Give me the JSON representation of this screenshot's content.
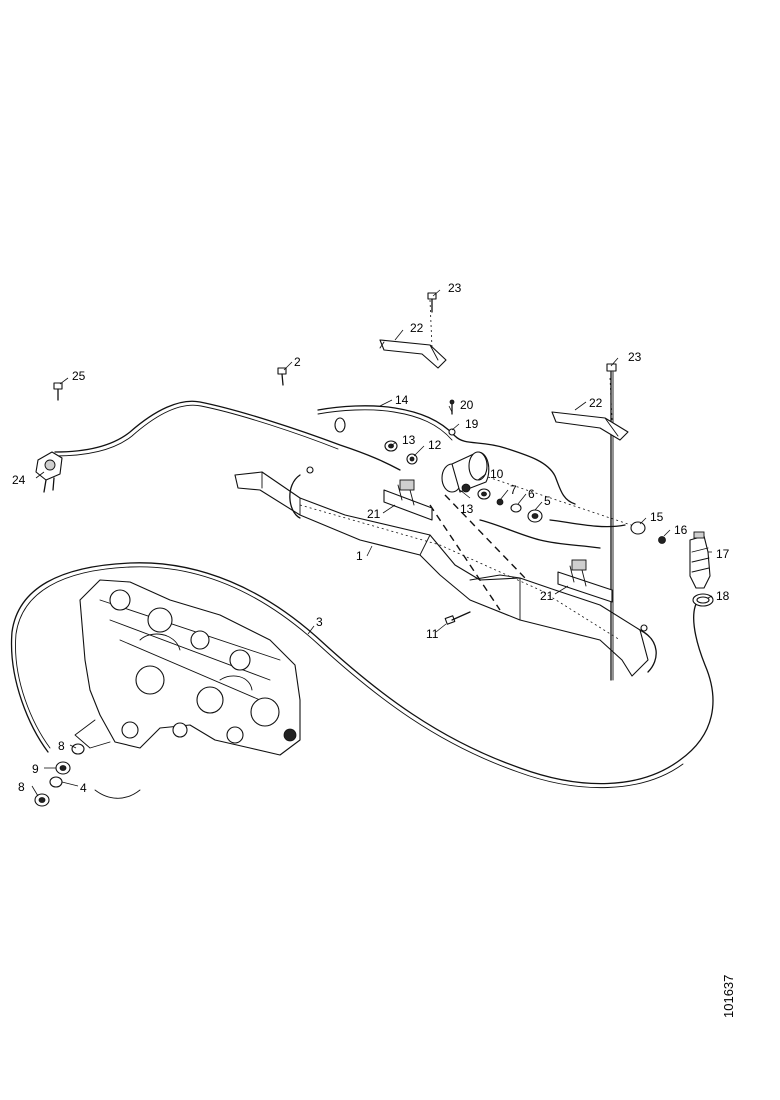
{
  "figure_number": "101637",
  "callouts": {
    "c1": "1",
    "c2": "2",
    "c3": "3",
    "c4": "4",
    "c5": "5",
    "c6": "6",
    "c7": "7",
    "c8a": "8",
    "c8b": "8",
    "c9": "9",
    "c10": "10",
    "c11": "11",
    "c12": "12",
    "c13a": "13",
    "c13b": "13",
    "c14": "14",
    "c15": "15",
    "c16": "16",
    "c17": "17",
    "c18": "18",
    "c19": "19",
    "c20": "20",
    "c21a": "21",
    "c21b": "21",
    "c22a": "22",
    "c22b": "22",
    "c23a": "23",
    "c23b": "23",
    "c24": "24",
    "c25": "25"
  }
}
